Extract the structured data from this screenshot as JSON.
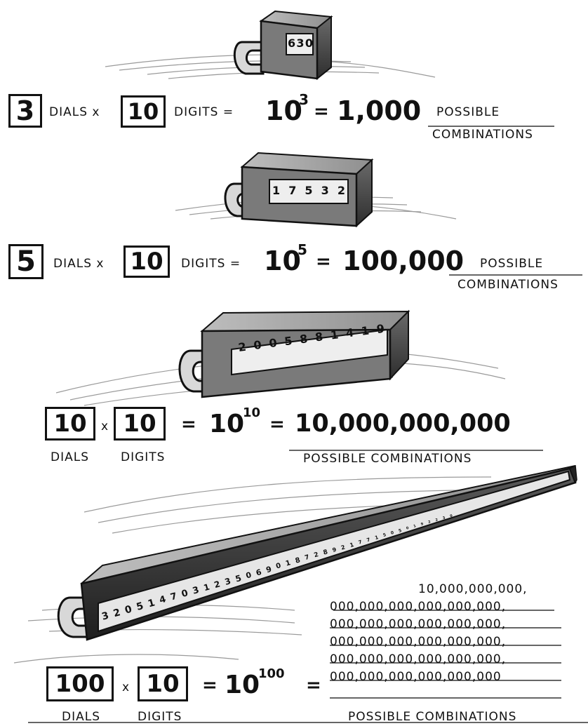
{
  "lock1": {
    "digits": [
      "6",
      "3",
      "0"
    ]
  },
  "row1": {
    "dials": "3",
    "dials_label": "DIALS x",
    "digits": "10",
    "digits_label": "DIGITS =",
    "power_base": "10",
    "power_exp": "3",
    "equals": "=",
    "result": "1,000",
    "possible": "POSSIBLE",
    "combinations": "COMBINATIONS"
  },
  "lock2": {
    "digits": [
      "1",
      "7",
      "5",
      "3",
      "2"
    ]
  },
  "row2": {
    "dials": "5",
    "dials_label": "DIALS x",
    "digits": "10",
    "digits_label": "DIGITS =",
    "power_base": "10",
    "power_exp": "5",
    "equals": "=",
    "result": "100,000",
    "possible": "POSSIBLE",
    "combinations": "COMBINATIONS"
  },
  "lock3": {
    "digits": [
      "2",
      "0",
      "0",
      "5",
      "8",
      "8",
      "1",
      "4",
      "1",
      "9"
    ]
  },
  "row3": {
    "dials": "10",
    "times": "x",
    "digits": "10",
    "equals1": "=",
    "power_base": "10",
    "power_exp": "10",
    "equals2": "=",
    "result": "10,000,000,000",
    "dials_label": "DIALS",
    "digits_label": "DIGITS",
    "possible_combinations": "POSSIBLE COMBINATIONS"
  },
  "lock4": {
    "digits": [
      "3",
      "2",
      "0",
      "5",
      "1",
      "4",
      "7",
      "0",
      "3",
      "1",
      "2",
      "3",
      "5",
      "0",
      "6",
      "9",
      "0",
      "1",
      "8",
      "7",
      "2",
      "8",
      "9",
      "2",
      "1",
      "7",
      "7",
      "1",
      "5",
      "0",
      "5",
      "0",
      "1",
      "9",
      "2",
      "2",
      "3",
      "0"
    ]
  },
  "row4": {
    "dials": "100",
    "times": "x",
    "digits": "10",
    "equals1": "=",
    "power_base": "10",
    "power_exp": "100",
    "equals2": "=",
    "result_lines": [
      "10,000,000,000,",
      "000,000,000,000,000,000,",
      "000,000,000,000,000,000,",
      "000,000,000,000,000,000,",
      "000,000,000,000,000,000,",
      "000,000,000,000,000,000"
    ],
    "dials_label": "DIALS",
    "digits_label": "DIGITS",
    "possible_combinations": "POSSIBLE COMBINATIONS"
  }
}
